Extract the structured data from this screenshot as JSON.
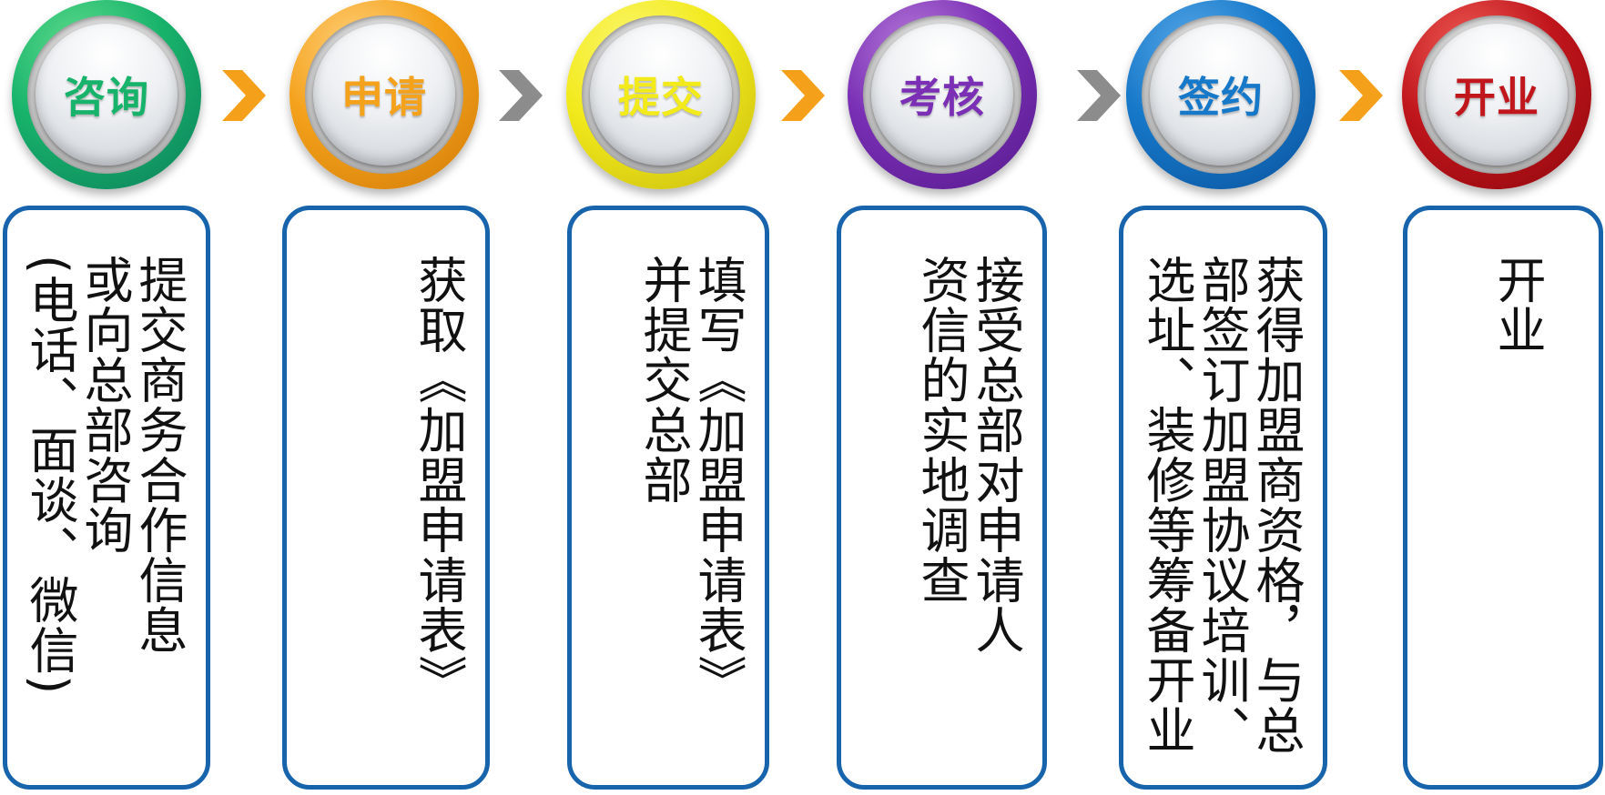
{
  "steps": [
    {
      "title": "咨询",
      "description": "提交商务合作信息\n或向总部咨询\n(电话、面谈、微信)",
      "color": "#18b36b",
      "ring_light": "#5fdc8d",
      "ring_dark": "#0b7d5a"
    },
    {
      "title": "申请",
      "description": "获取《加盟申请表》",
      "color": "#f4a11b",
      "ring_light": "#ffd07a",
      "ring_dark": "#d07a07"
    },
    {
      "title": "提交",
      "description": "填写《加盟申请表》\n并提交总部",
      "color": "#f2ea1b",
      "ring_light": "#fbf66e",
      "ring_dark": "#c6b90e"
    },
    {
      "title": "考核",
      "description": "接受总部对申请人\n资信的实地调查",
      "color": "#7a2fb5",
      "ring_light": "#b57ad8",
      "ring_dark": "#54198a"
    },
    {
      "title": "签约",
      "description": "获得加盟商资格，与总\n部签订加盟协议培训、\n选址、装修等筹备开业",
      "color": "#1678c9",
      "ring_light": "#57a7e6",
      "ring_dark": "#0a519a"
    },
    {
      "title": "开业",
      "description": "开业",
      "color": "#c0161c",
      "ring_light": "#ee5a54",
      "ring_dark": "#8d070d"
    }
  ],
  "arrows": [
    {
      "color": "#f5a01a"
    },
    {
      "color": "#8c8c8c"
    },
    {
      "color": "#f5a01a"
    },
    {
      "color": "#8c8c8c"
    },
    {
      "color": "#f5a01a"
    }
  ]
}
